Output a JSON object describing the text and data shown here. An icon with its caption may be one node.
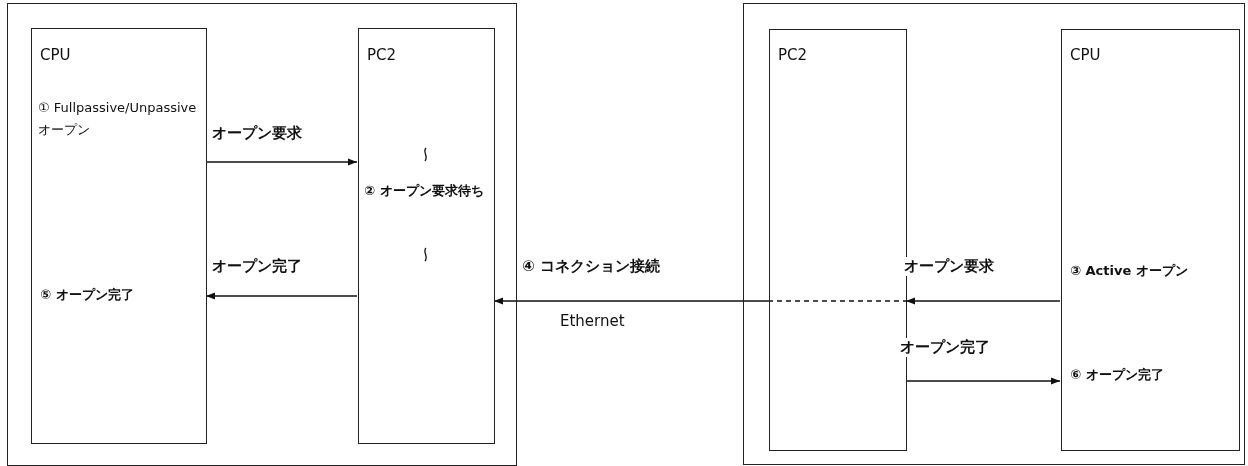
{
  "diagram": {
    "nodes": [
      {
        "text": [],
        "shape": "box"
      },
      {
        "text": [
          "CPU",
          "① Fullpassive/Unpassive オープン",
          "⑤ オープン完了"
        ],
        "in": 0
      },
      {
        "text": [
          "PC2",
          "② オープン要求待ち"
        ],
        "in": 0
      },
      {
        "text": [],
        "shape": "box"
      },
      {
        "text": [
          "PC2"
        ],
        "in": 3
      },
      {
        "text": [
          "CPU",
          "③ Active オープン",
          "⑥ オープン完了"
        ],
        "in": 3
      }
    ],
    "edges": [
      {
        "from": 1,
        "to": 2,
        "arrow": "to",
        "label": "オープン要求"
      },
      {
        "from": 2,
        "to": 1,
        "arrow": "to",
        "label": "オープン完了"
      },
      {
        "from": 4,
        "to": 2,
        "arrow": "to",
        "label": "④ コネクション接続"
      },
      {
        "from": 5,
        "to": 4,
        "arrow": "to",
        "label": "オープン要求"
      },
      {
        "from": 4,
        "to": 5,
        "arrow": "to",
        "label": "オープン完了"
      }
    ],
    "labels": [
      "Ethernet"
    ]
  }
}
